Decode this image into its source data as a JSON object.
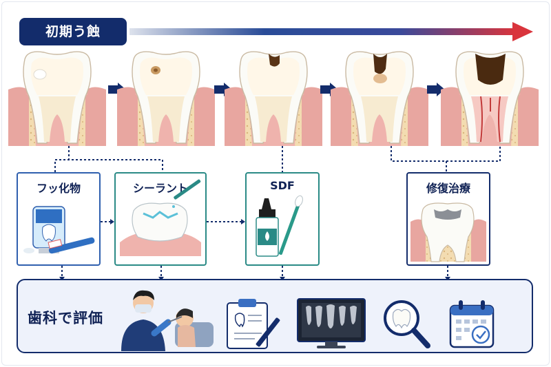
{
  "header": {
    "title": "初期う蝕"
  },
  "stages": [
    {
      "name": "stage-1-white-spot"
    },
    {
      "name": "stage-2-brown-spot"
    },
    {
      "name": "stage-3-enamel-cavity"
    },
    {
      "name": "stage-4-dentin-caries"
    },
    {
      "name": "stage-5-pulp-involvement"
    }
  ],
  "cards": {
    "fluoride": {
      "title": "フッ化物"
    },
    "sealant": {
      "title": "シーラント"
    },
    "sdf": {
      "title": "SDF"
    },
    "restoration": {
      "title": "修復治療"
    }
  },
  "evaluation": {
    "title": "歯科で評価",
    "icons": [
      "dentist-exam",
      "clipboard-chart",
      "xray-monitor",
      "magnifier-tooth",
      "calendar-check"
    ]
  },
  "colors": {
    "navy": "#132c6b",
    "teal": "#2a8a86",
    "red_arrow": "#d9343c",
    "gum": "#e8a6a0",
    "bone": "#f2dbb0"
  }
}
